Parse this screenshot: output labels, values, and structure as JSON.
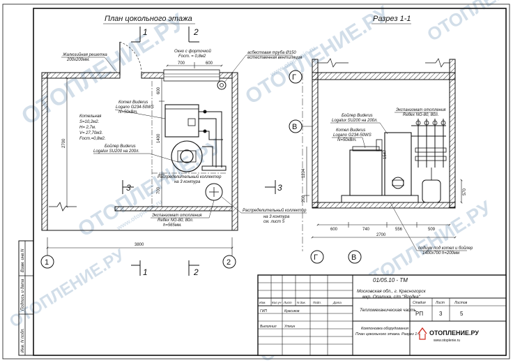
{
  "titles": {
    "plan": "План цокольного этажа",
    "section": "Разрез 1-1"
  },
  "axes": {
    "plan_left": "1",
    "plan_right": "2",
    "section_g_top": "Г",
    "section_v_top": "В",
    "section_g_bottom": "Г",
    "section_v_bottom": "В"
  },
  "section_marks": {
    "top_1": "1",
    "top_2": "2",
    "side_3": "3",
    "right_3": "3",
    "bottom_1": "1",
    "bottom_2": "2"
  },
  "plan": {
    "grille": [
      "Жалюзийная решетка",
      "200х200мм."
    ],
    "window": [
      "Окно с форточкой",
      "Fост. = 0,8м2"
    ],
    "vent_pipe": [
      "асбестовая труба Ø150",
      "естественная вентиляция"
    ],
    "room": [
      "Котельная",
      "S=10,2м2.",
      "H= 2,7м.",
      "V= 27,70м3.",
      "Fост.=0,8м2."
    ],
    "boiler": [
      "Котел Buderus",
      "Logano G234-50WS",
      "N=50кВт."
    ],
    "heater": [
      "Бойлер Buderus",
      "Logalux SU200 на 200л."
    ],
    "collector": [
      "Распределительный коллектор",
      "на 3 контура"
    ],
    "expansion": [
      "Экспанзомат отопления",
      "Reflex NG-80, 80л.",
      "h=565мм."
    ],
    "collector_right": [
      "Распределительный коллектор",
      "на 3 контура",
      "см. лист 5"
    ],
    "dims": {
      "d700": "700",
      "d600": "600",
      "v600": "600",
      "v1400": "1400",
      "v700": "700",
      "v2700": "2700",
      "w3800": "3800"
    }
  },
  "section": {
    "expansion": [
      "Экспанзомат отопления",
      "Reflex NG-80, 80л."
    ],
    "heater": [
      "Бойлер Buderus",
      "Logalux SU200 на 200л."
    ],
    "boiler": [
      "Котел Buderus",
      "Logano G234-50WS",
      "N=50кВт."
    ],
    "podium": [
      "подиум под котел и бойлер",
      "1400х700 h=200мм"
    ],
    "dims": {
      "d600": "600",
      "d740": "740",
      "d556": "556",
      "d509": "509",
      "d2700": "2700",
      "v1204": "1204",
      "v200": "200",
      "v1547": "1547",
      "v570": "570"
    }
  },
  "stamp": {
    "code": "01/05.10  - ТМ",
    "address1": "Московская обл., г. Красногорск",
    "address2": "мкр. Опалиха, с/т \"Ягодка\"",
    "header_cols": [
      "Изм.",
      "Кол.уч",
      "Лист",
      "N док.",
      "Подп.",
      "Дата"
    ],
    "role1": "ГИП",
    "name1": "Красиков",
    "role2": "Выполнил",
    "name2": "Уткин",
    "part": "Тепломеханическая часть",
    "sheet_title1": "Компоновка оборудования",
    "sheet_title2": "План цокольного этажа. Разрез 1-1",
    "stage_label": "Стадия",
    "sheet_label": "Лист",
    "sheets_label": "Листов",
    "stage": "РП",
    "sheet": "3",
    "sheets": "5",
    "brand": "ОТОПЛЕНИЕ.РУ",
    "brand_url": "www.otoplenie.ru"
  },
  "side_stamp": [
    "Инв. N подл.",
    "Подпись и дата",
    "Взам. инв.N"
  ],
  "watermark": "ОТОПЛЕНИЕ.РУ",
  "watermark_url": "www.otoplenie.ru",
  "colors": {
    "line": "#111111",
    "brand_red": "#d12a1f",
    "watermark": "#9db8cf"
  }
}
